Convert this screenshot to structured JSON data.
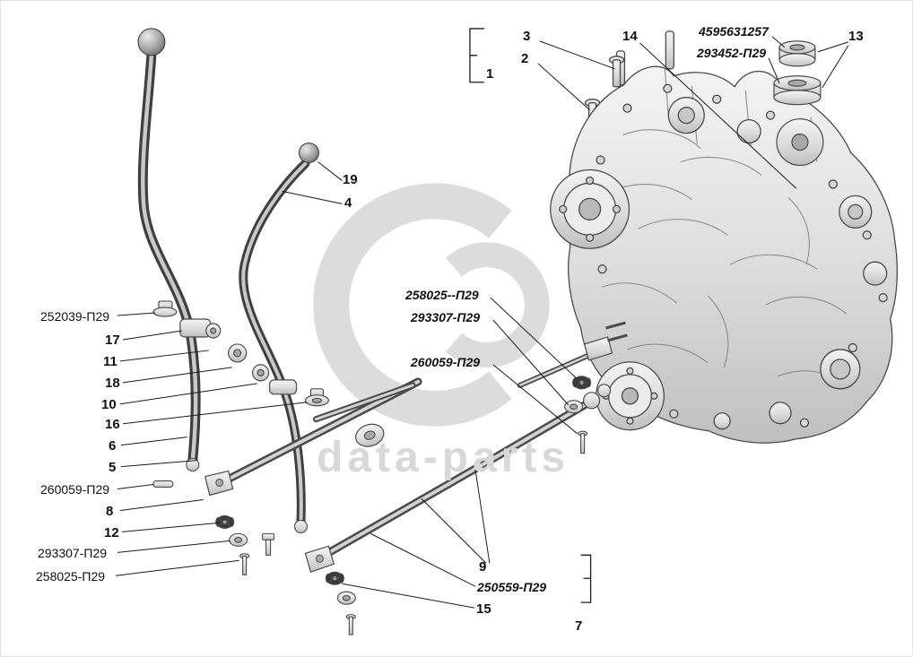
{
  "diagram": {
    "watermark": {
      "brand": "data-parts"
    },
    "callouts": {
      "c1": "1",
      "c2": "2",
      "c3": "3",
      "c4": "4",
      "c5": "5",
      "c6": "6",
      "c7": "7",
      "c8": "8",
      "c9": "9",
      "c10": "10",
      "c11": "11",
      "c12": "12",
      "c13": "13",
      "c14": "14",
      "c15": "15",
      "c16": "16",
      "c17": "17",
      "c18": "18",
      "c19": "19"
    },
    "part_numbers": {
      "top_right_upper": "4595631257",
      "top_right_lower": "293452-П29",
      "left_bolt": "252039-П29",
      "left_pin": "260059-П29",
      "left_washer": "293307-П29",
      "left_cotter": "258025-П29",
      "mid_cotter": "258025--П29",
      "mid_washer": "293307-П29",
      "mid_pin": "260059-П29",
      "bottom_rod": "250559-П29"
    }
  }
}
